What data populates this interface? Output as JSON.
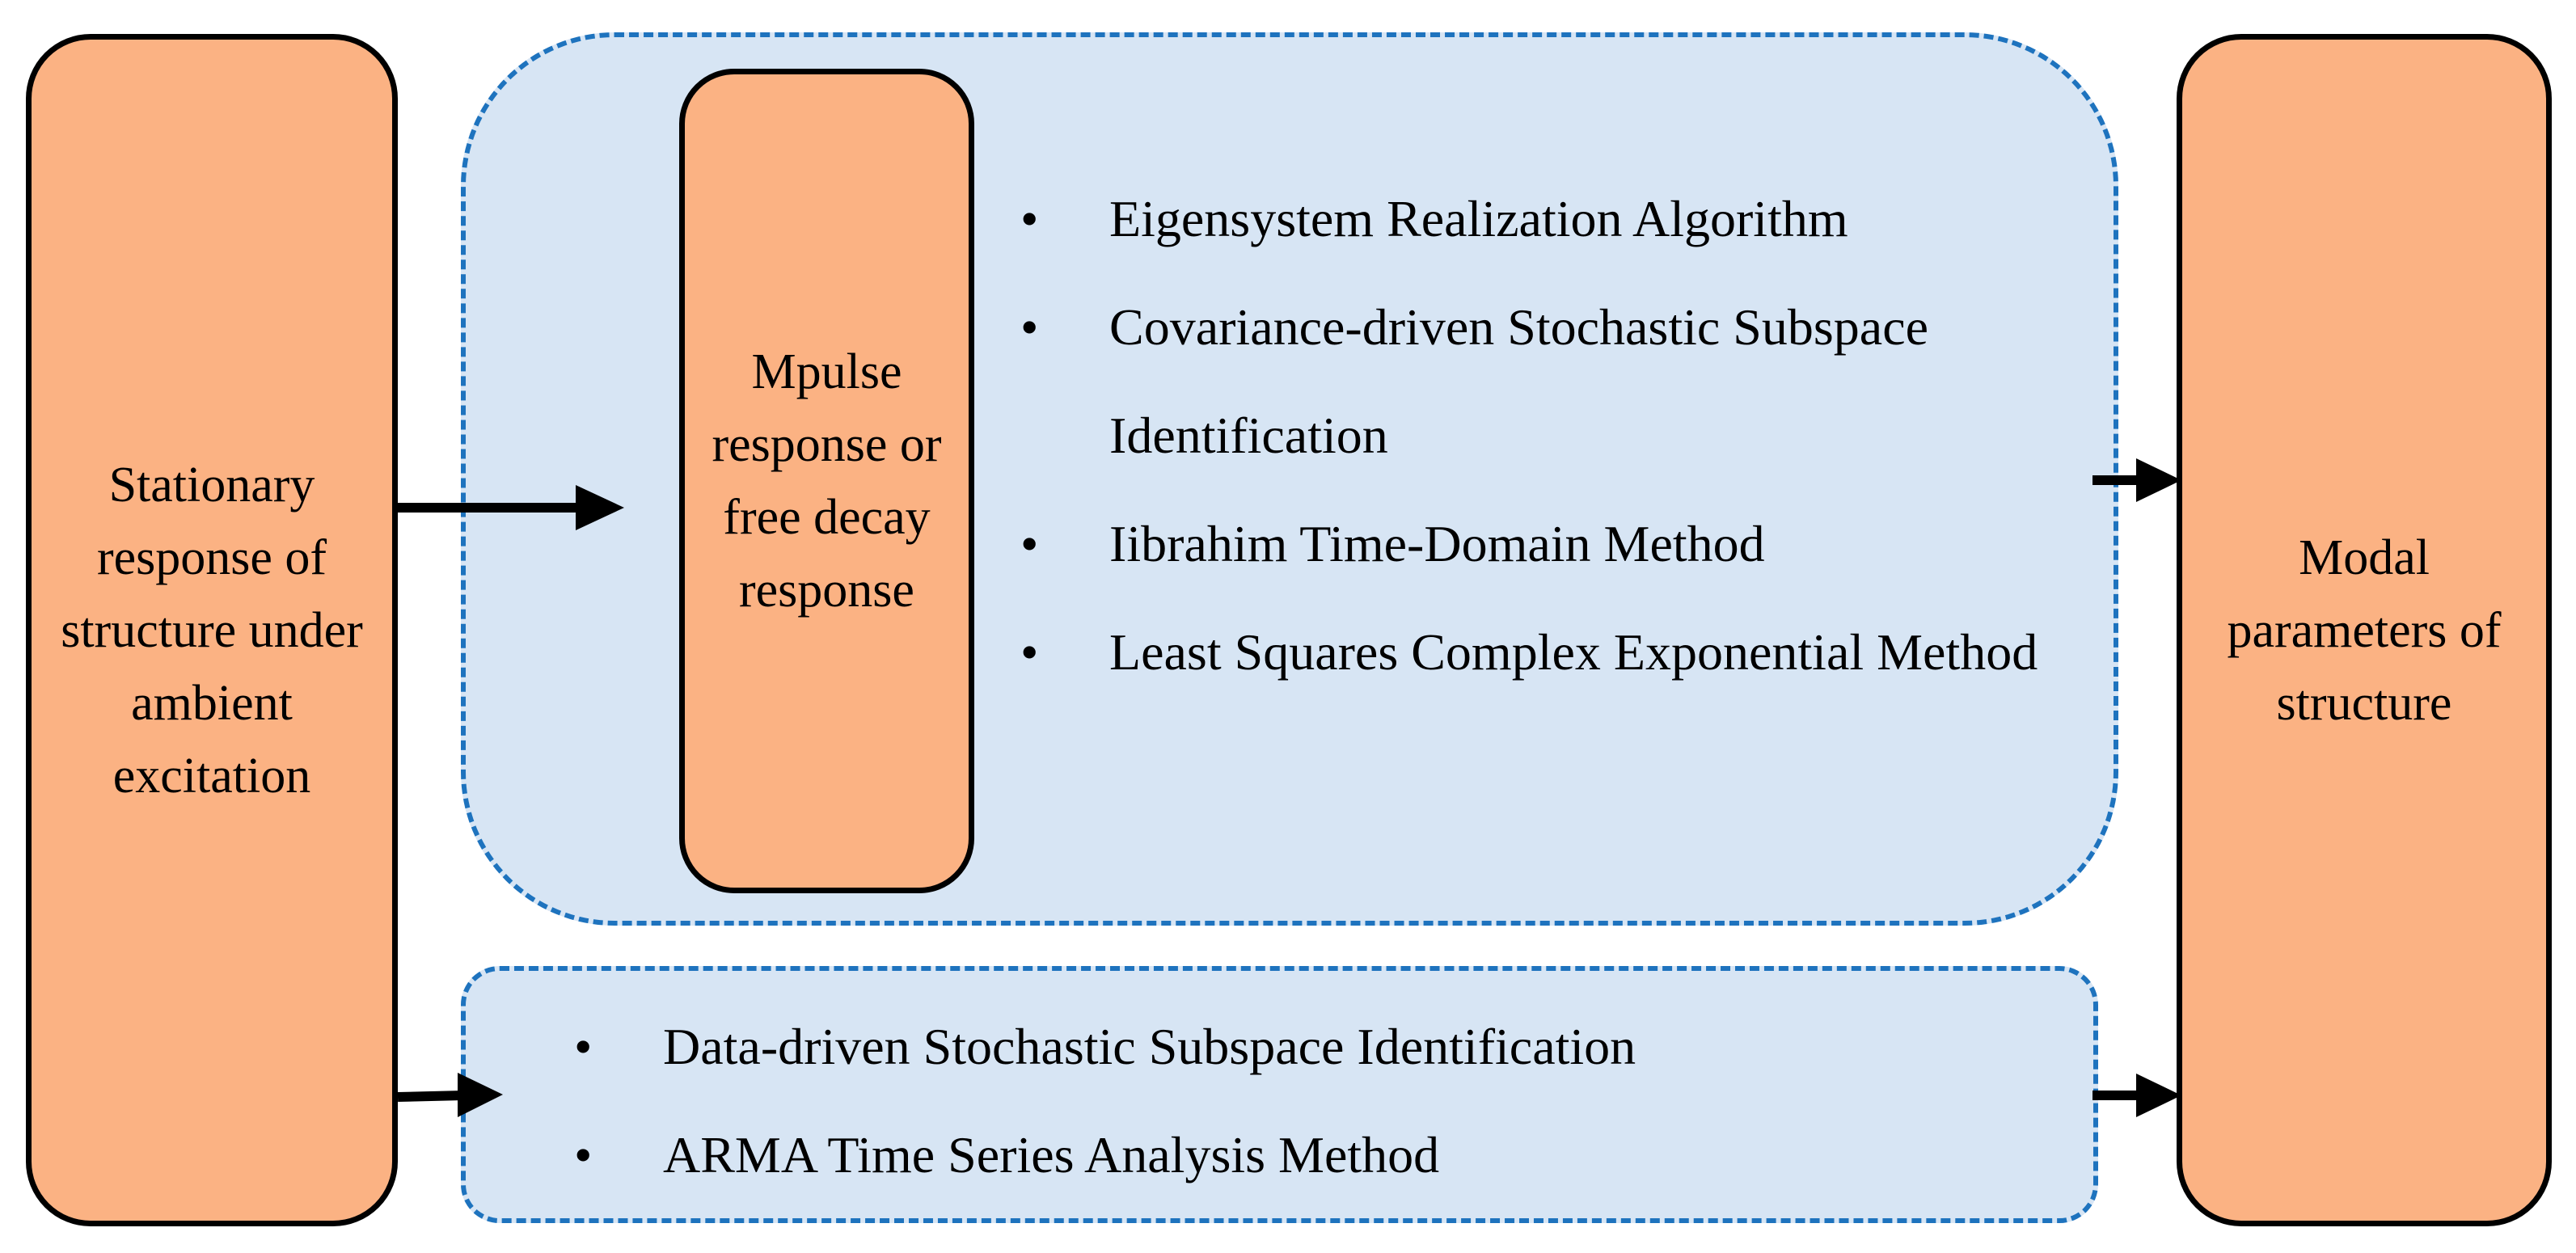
{
  "input_node": {
    "label": "Stationary response of structure under ambient excitation"
  },
  "intermediate_node": {
    "label": "Mpulse response or free decay response"
  },
  "output_node": {
    "label": "Modal parameters of structure"
  },
  "indirect_methods": [
    "Eigensystem Realization Algorithm",
    "Covariance-driven Stochastic Subspace Identification",
    "Iibrahim Time-Domain Method",
    "Least Squares Complex Exponential Method"
  ],
  "direct_methods": [
    "Data-driven Stochastic Subspace Identification",
    "ARMA Time Series Analysis Method"
  ],
  "colors": {
    "node_fill": "#FBB283",
    "node_border": "#000000",
    "region_fill": "#D7E5F4",
    "region_border": "#1E73BE",
    "arrow": "#000000"
  }
}
